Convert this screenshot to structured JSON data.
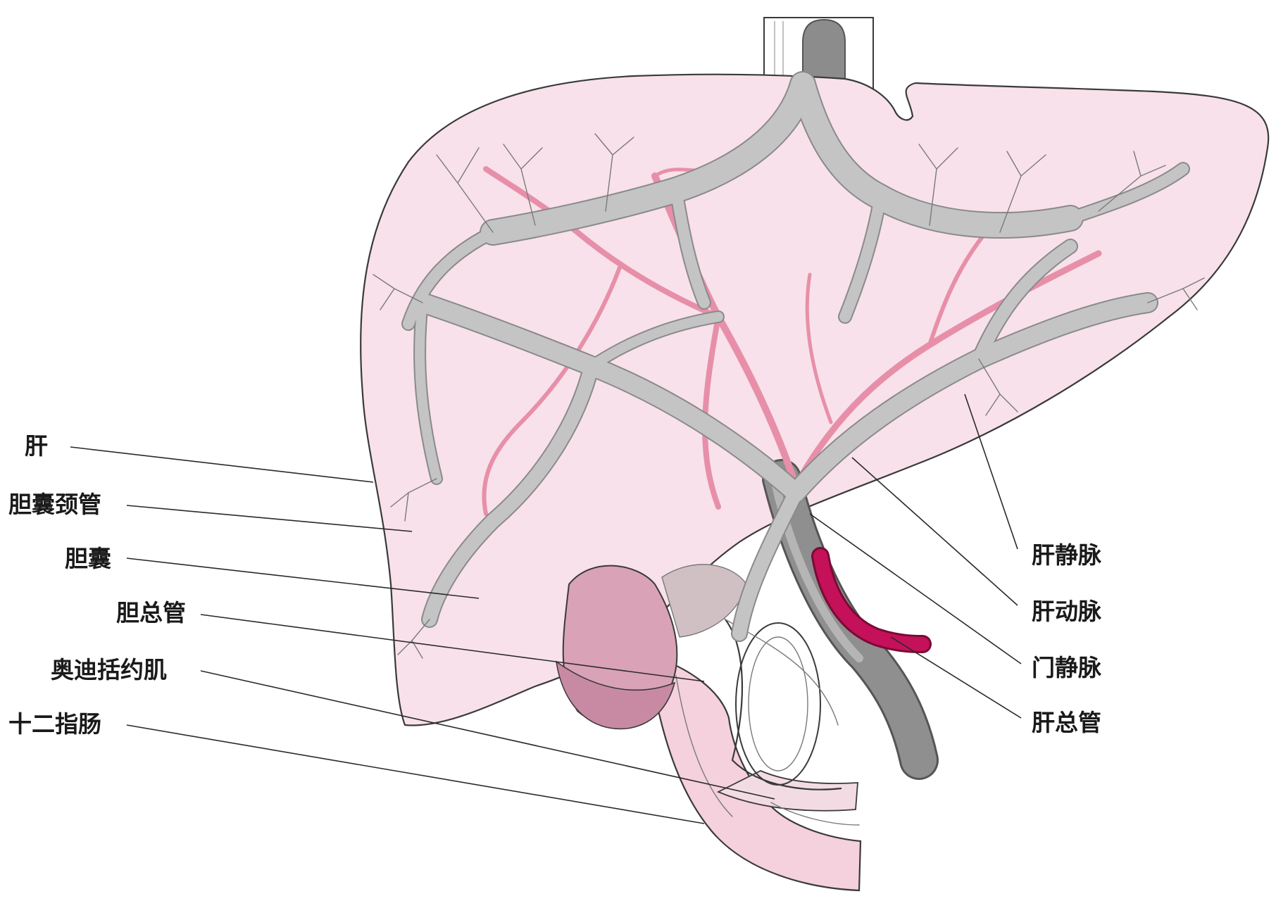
{
  "colors": {
    "liver_fill": "#f8e1ea",
    "duodenum_fill": "#f5d0dd",
    "gallbladder_fill": "#d9a2b6",
    "portal_vein": "#c4c4c4",
    "hepatic_artery": "#e78fa9",
    "common_hepatic_duct": "#c4115a",
    "outline": "#3a3a3a",
    "label_text": "#1a1a1a"
  },
  "labels": {
    "left": [
      {
        "id": "liver",
        "text": "肝"
      },
      {
        "id": "cystic-duct",
        "text": "胆囊颈管"
      },
      {
        "id": "gallbladder",
        "text": "胆囊"
      },
      {
        "id": "common-bile-duct",
        "text": "胆总管"
      },
      {
        "id": "sphincter-of-oddi",
        "text": "奥迪括约肌"
      },
      {
        "id": "duodenum",
        "text": "十二指肠"
      }
    ],
    "right": [
      {
        "id": "hepatic-vein",
        "text": "肝静脉"
      },
      {
        "id": "hepatic-artery",
        "text": "肝动脉"
      },
      {
        "id": "portal-vein",
        "text": "门静脉"
      },
      {
        "id": "common-hepatic-duct",
        "text": "肝总管"
      }
    ]
  }
}
